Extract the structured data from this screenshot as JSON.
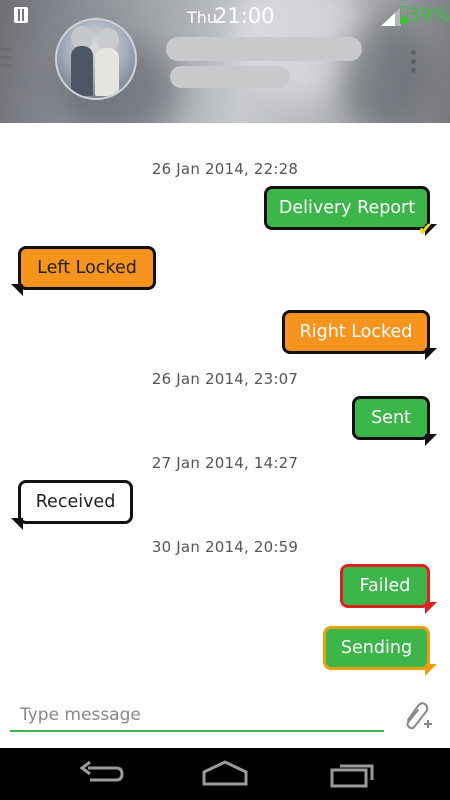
{
  "status_bar": {
    "day": "Thu",
    "time": "21:00",
    "battery": "39%",
    "battery_color": "#3ec03e"
  },
  "header": {
    "avatar_icon": "contact-photo",
    "menu_icon": "menu-icon",
    "overflow_icon": "overflow-menu-icon"
  },
  "messages": [
    {
      "type": "timestamp",
      "text": "26 Jan 2014, 22:28"
    },
    {
      "type": "bubble",
      "direction": "out",
      "style": "green",
      "text": "Delivery Report",
      "delivered": true
    },
    {
      "type": "bubble",
      "direction": "in",
      "style": "orange",
      "text": "Left Locked"
    },
    {
      "type": "bubble",
      "direction": "out",
      "style": "orange",
      "text": "Right Locked"
    },
    {
      "type": "timestamp",
      "text": "26 Jan 2014, 23:07"
    },
    {
      "type": "bubble",
      "direction": "out",
      "style": "green",
      "text": "Sent"
    },
    {
      "type": "timestamp",
      "text": "27 Jan 2014, 14:27"
    },
    {
      "type": "bubble",
      "direction": "in",
      "style": "white",
      "text": "Received"
    },
    {
      "type": "timestamp",
      "text": "30 Jan 2014, 20:59"
    },
    {
      "type": "bubble",
      "direction": "out",
      "style": "failed",
      "text": "Failed"
    },
    {
      "type": "bubble",
      "direction": "out",
      "style": "sending",
      "text": "Sending"
    }
  ],
  "composer": {
    "placeholder": "Type message",
    "attach_icon": "attachment-add-icon",
    "accent": "#3cb64a"
  },
  "colors": {
    "bubble_green": "#3cb64a",
    "bubble_orange": "#f7941d",
    "failed_border": "#e12020",
    "sending_border": "#e8a010",
    "delivered_check": "#f3e000"
  },
  "nav": {
    "back_icon": "back-icon",
    "home_icon": "home-icon",
    "recents_icon": "recent-apps-icon"
  }
}
